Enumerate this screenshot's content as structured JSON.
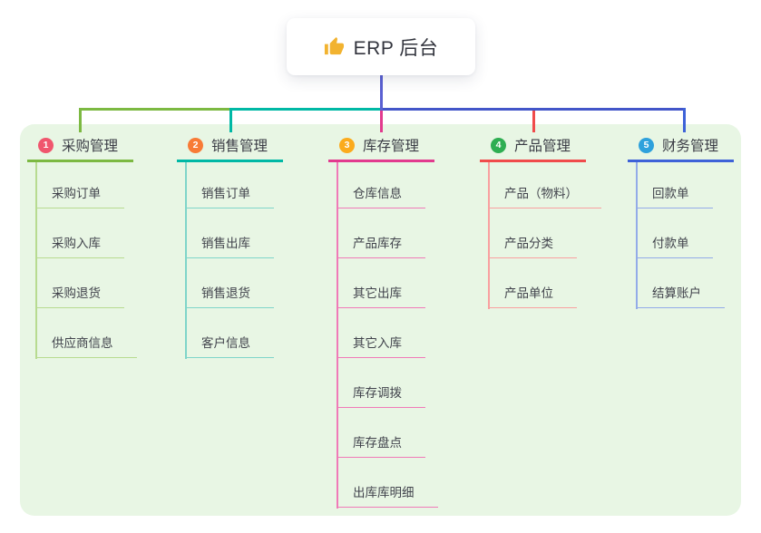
{
  "root": {
    "title": "ERP 后台",
    "icon": "thumbs-up"
  },
  "branches": [
    {
      "number": "1",
      "title": "采购管理",
      "badge_color": "#f0566e",
      "line_color": "#7cb942",
      "sub_line_color": "#b7db90",
      "items": [
        "采购订单",
        "采购入库",
        "采购退货",
        "供应商信息"
      ]
    },
    {
      "number": "2",
      "title": "销售管理",
      "badge_color": "#f87b36",
      "line_color": "#00b8a5",
      "sub_line_color": "#7fd5c9",
      "items": [
        "销售订单",
        "销售出库",
        "销售退货",
        "客户信息"
      ]
    },
    {
      "number": "3",
      "title": "库存管理",
      "badge_color": "#fbab1d",
      "line_color": "#e23a8e",
      "sub_line_color": "#f07ab8",
      "items": [
        "仓库信息",
        "产品库存",
        "其它出库",
        "其它入库",
        "库存调拨",
        "库存盘点",
        "出库库明细"
      ]
    },
    {
      "number": "4",
      "title": "产品管理",
      "badge_color": "#2fae52",
      "line_color": "#f04b4b",
      "sub_line_color": "#f9a0a0",
      "items": [
        "产品（物料）",
        "产品分类",
        "产品单位"
      ]
    },
    {
      "number": "5",
      "title": "财务管理",
      "badge_color": "#2ea1dc",
      "line_color": "#3e62d8",
      "sub_line_color": "#93abe8",
      "items": [
        "回款单",
        "付款单",
        "结算账户"
      ]
    }
  ],
  "connectors": {
    "trunk_color": "#5a60d2",
    "bus_right_color": "#4356c9"
  },
  "colors": {
    "canvas_bg": "#ffffff",
    "panel_bg": "#e8f6e4",
    "root_icon_color": "#f2b330",
    "title_text": "#3a3c45",
    "item_text": "#41434c"
  }
}
